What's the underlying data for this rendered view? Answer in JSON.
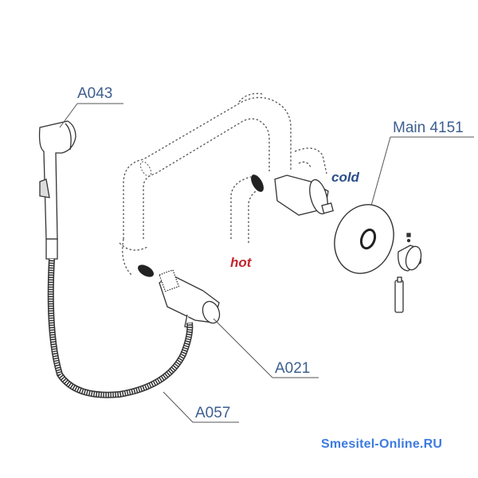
{
  "labels": {
    "handshower": "A043",
    "mixer": "Main 4151",
    "outlet": "A021",
    "hose": "A057",
    "cold": "cold",
    "hot": "hot"
  },
  "watermark": "Smesitel-Online.RU",
  "colors": {
    "label": "#3d5f8f",
    "cold": "#2b4f8c",
    "hot": "#c4262e",
    "watermark": "#3d7be0"
  }
}
